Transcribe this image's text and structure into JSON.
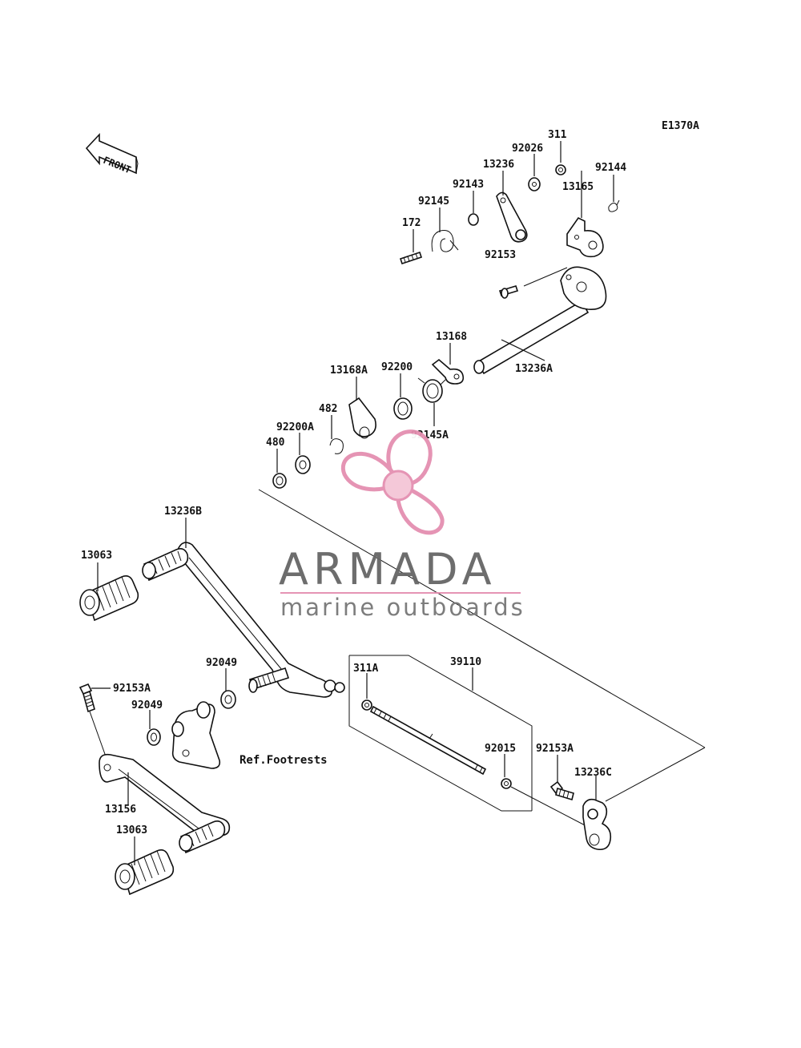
{
  "diagram": {
    "code": "E1370A",
    "front_arrow_text": "FRONT",
    "reference_note": "Ref.Footrests",
    "part_labels": {
      "p311": "311",
      "p92026": "92026",
      "p92144": "92144",
      "p13236": "13236",
      "p92143": "92143",
      "p13165": "13165",
      "p92145": "92145",
      "p172": "172",
      "p92153": "92153",
      "p13168": "13168",
      "p92200": "92200",
      "p13168A": "13168A",
      "p13236A": "13236A",
      "p482": "482",
      "p92200A": "92200A",
      "p92145A": "92145A",
      "p480": "480",
      "p13236B": "13236B",
      "p13063_top": "13063",
      "p92049_a": "92049",
      "p311A": "311A",
      "p39110": "39110",
      "p92153A_left": "92153A",
      "p92049_b": "92049",
      "p92015": "92015",
      "p92153A_right": "92153A",
      "p13236C": "13236C",
      "p13156": "13156",
      "p13063_bottom": "13063"
    }
  },
  "watermark": {
    "brand": "ARMADA",
    "tagline": "marine outboards",
    "logo_color": "#e48fb0",
    "logo_fill": "#f4c6d6",
    "text_color": "#666666"
  }
}
